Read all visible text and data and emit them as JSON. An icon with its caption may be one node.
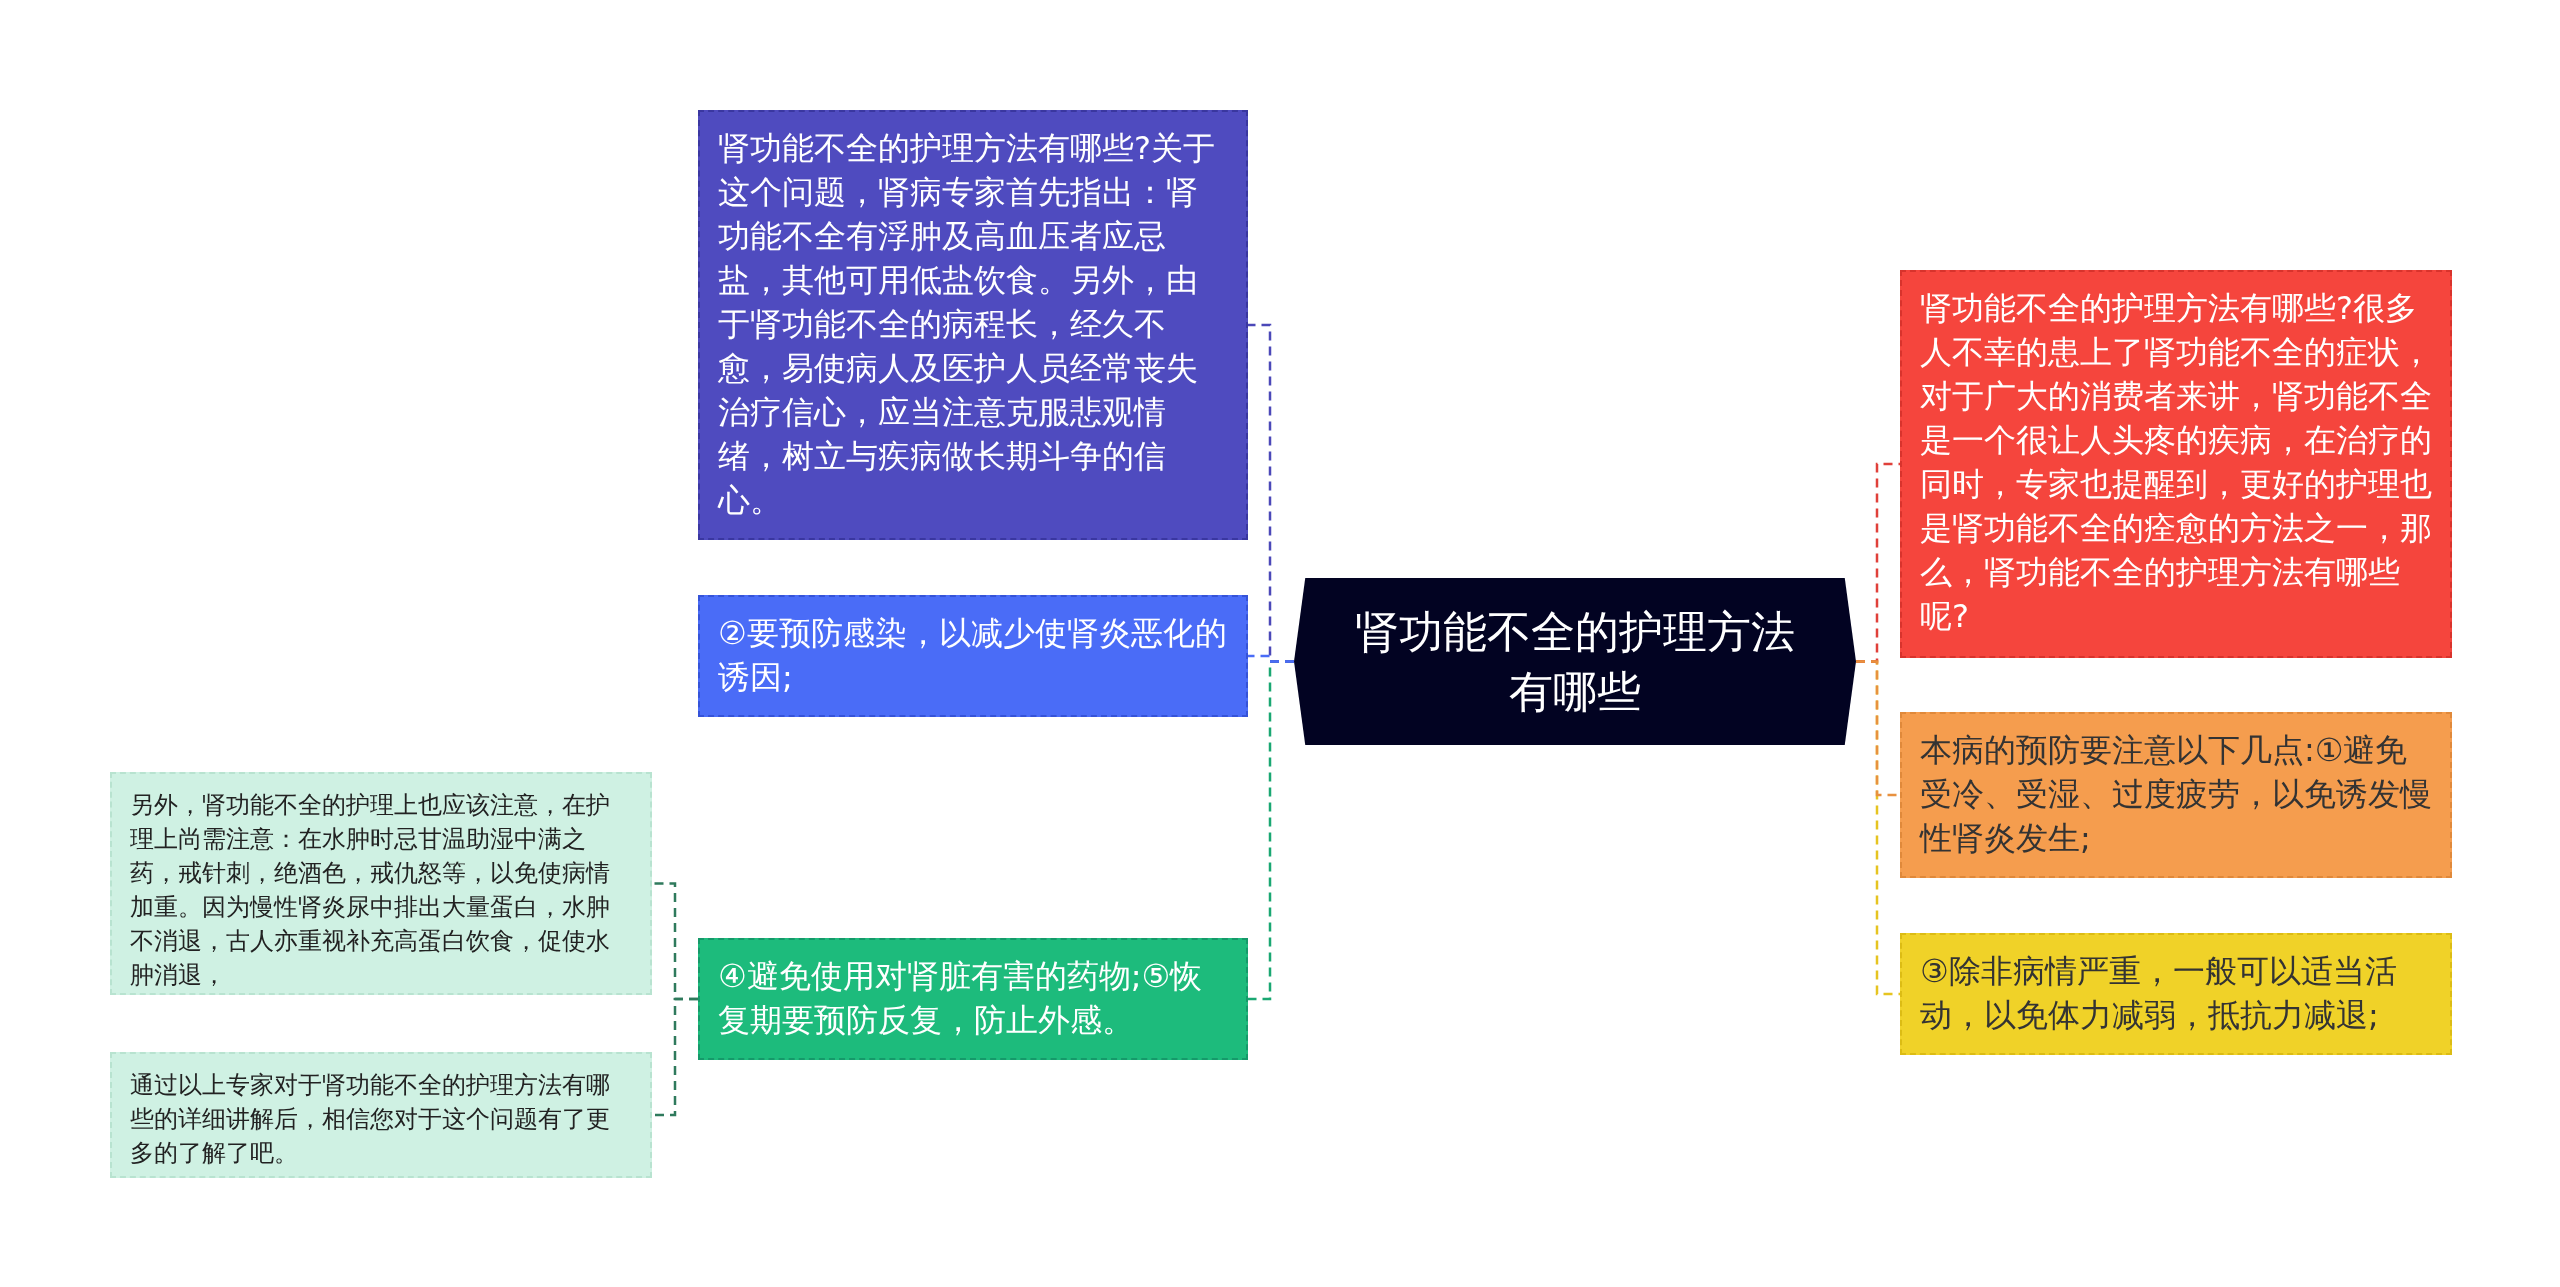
{
  "diagram": {
    "nodes": [
      {
        "text": [
          "肾功能不全的护理方法有哪些"
        ]
      },
      {
        "text": [
          "肾功能不全的护理方法有哪些?关于这个问题，肾病专家首先指出：肾功能不全有浮肿及高血压者应忌盐，其他可用低盐饮食。另外，由于肾功能不全的病程长，经久不愈，易使病人及医护人员经常丧失治疗信心，应当注意克服悲观情绪，树立与疾病做长期斗争的信心。"
        ]
      },
      {
        "text": [
          "②要预防感染，以减少使肾炎恶化的诱因;"
        ]
      },
      {
        "text": [
          "④避免使用对肾脏有害的药物;⑤恢复期要预防反复，防止外感。"
        ]
      },
      {
        "text": [
          "另外，肾功能不全的护理上也应该注意，在护理上尚需注意：在水肿时忌甘温助湿中满之药，戒针刺，绝酒色，戒仇怒等，以免使病情加重。因为慢性肾炎尿中排出大量蛋白，水肿不消退，古人亦重视补充高蛋白饮食，促使水肿消退，"
        ]
      },
      {
        "text": [
          "通过以上专家对于肾功能不全的护理方法有哪些的详细讲解后，相信您对于这个问题有了更多的了解了吧。"
        ]
      },
      {
        "text": [
          "肾功能不全的护理方法有哪些?很多人不幸的患上了肾功能不全的症状，对于广大的消费者来讲，肾功能不全是一个很让人头疼的疾病，在治疗的同时，专家也提醒到，更好的护理也是肾功能不全的痊愈的方法之一，那么，肾功能不全的护理方法有哪些呢?"
        ]
      },
      {
        "text": [
          "本病的预防要注意以下几点:①避免受冷、受湿、过度疲劳，以免诱发慢性肾炎发生;"
        ]
      },
      {
        "text": [
          "③除非病情严重，一般可以适当活动，以免体力减弱，抵抗力减退;"
        ]
      }
    ],
    "edges": [
      {
        "from": 0,
        "to": 1,
        "arrow": "none",
        "style": "dashed",
        "color": "#4b48b8"
      },
      {
        "from": 0,
        "to": 2,
        "arrow": "none",
        "style": "dashed",
        "color": "#4a6cf7"
      },
      {
        "from": 0,
        "to": 3,
        "arrow": "none",
        "style": "dashed",
        "color": "#1aa772"
      },
      {
        "from": 3,
        "to": 4,
        "arrow": "none",
        "style": "dashed",
        "color": "#2f7a5c"
      },
      {
        "from": 3,
        "to": 5,
        "arrow": "none",
        "style": "dashed",
        "color": "#2f7a5c"
      },
      {
        "from": 0,
        "to": 6,
        "arrow": "none",
        "style": "dashed",
        "color": "#e0403a"
      },
      {
        "from": 0,
        "to": 7,
        "arrow": "none",
        "style": "dashed",
        "color": "#e8913f"
      },
      {
        "from": 0,
        "to": 8,
        "arrow": "none",
        "style": "dashed",
        "color": "#e6c420"
      }
    ]
  }
}
